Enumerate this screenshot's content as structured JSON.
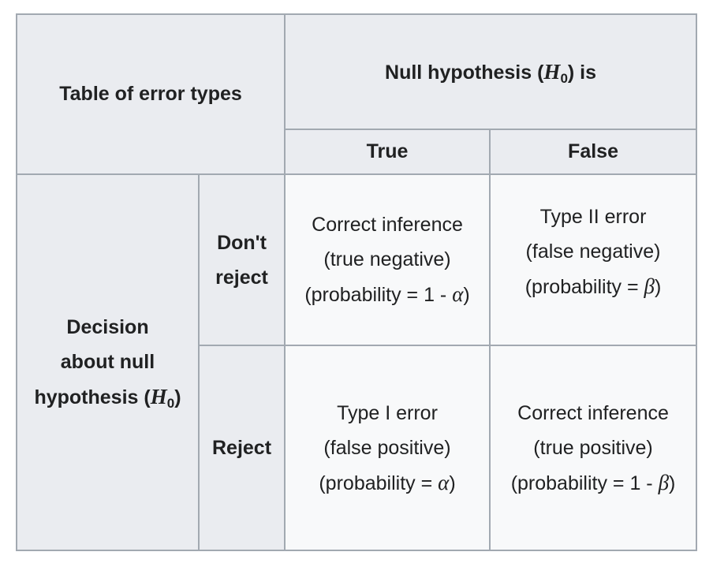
{
  "table": {
    "corner_label": "Table of error types",
    "null_header": {
      "prefix": "Null hypothesis (",
      "var": "H",
      "sub": "0",
      "suffix": ") is"
    },
    "columns": [
      "True",
      "False"
    ],
    "decision_header": {
      "line1": "Decision",
      "line2": "about null",
      "line3_prefix": "hypothesis (",
      "var": "H",
      "sub": "0",
      "line3_suffix": ")"
    },
    "rows": [
      {
        "label_line1": "Don't",
        "label_line2": "reject",
        "cells": [
          {
            "line1": "Correct inference",
            "line2": "(true negative)",
            "prob_prefix": "(probability = 1 - ",
            "prob_var": "α",
            "prob_suffix": ")"
          },
          {
            "line1": "Type II error",
            "line2": "(false negative)",
            "prob_prefix": "(probability = ",
            "prob_var": "β",
            "prob_suffix": ")"
          }
        ]
      },
      {
        "label_line1": "Reject",
        "label_line2": "",
        "cells": [
          {
            "line1": "Type I error",
            "line2": "(false positive)",
            "prob_prefix": "(probability = ",
            "prob_var": "α",
            "prob_suffix": ")"
          },
          {
            "line1": "Correct inference",
            "line2": "(true positive)",
            "prob_prefix": "(probability = 1 - ",
            "prob_var": "β",
            "prob_suffix": ")"
          }
        ]
      }
    ]
  }
}
